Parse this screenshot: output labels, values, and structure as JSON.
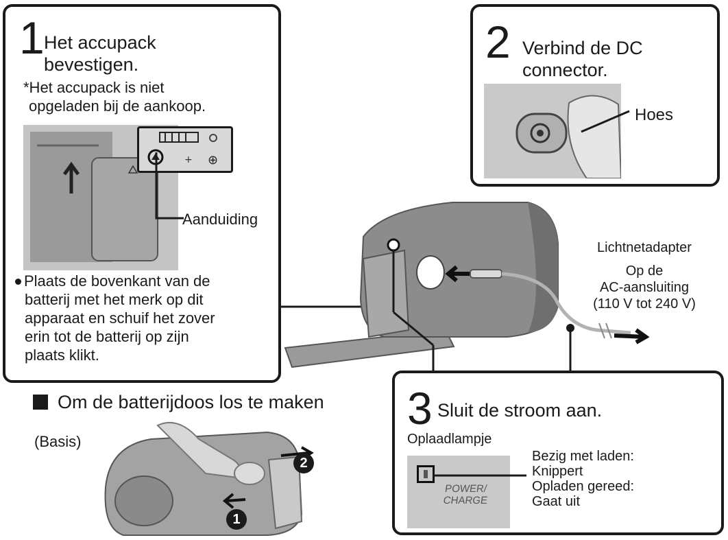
{
  "step1": {
    "number": "1",
    "title_line1": "Het accupack",
    "title_line2": "bevestigen.",
    "note_line1": "*Het accupack is niet",
    "note_line2": "opgeladen bij de aankoop.",
    "callout_label": "Aanduiding",
    "instruction_lines": [
      "Plaats de bovenkant van de",
      "batterij met het merk op dit",
      "apparaat en schuif het zover",
      "erin tot de batterij op zijn",
      "plaats klikt."
    ]
  },
  "step2": {
    "number": "2",
    "title_line1": "Verbind de DC",
    "title_line2": "connector.",
    "callout_label": "Hoes"
  },
  "step3": {
    "number": "3",
    "title": "Sluit de stroom aan.",
    "lamp_label": "Oplaadlampje",
    "lamp_panel_line1": "POWER/",
    "lamp_panel_line2": "CHARGE",
    "status_lines": [
      "Bezig met laden:",
      "Knippert",
      "Opladen gereed:",
      "Gaat uit"
    ]
  },
  "adapter": {
    "line1": "Lichtnetadapter",
    "line2": "Op de",
    "line3": "AC-aansluiting",
    "line4": "(110 V tot 240 V)"
  },
  "detach": {
    "heading": "Om de batterijdoos los te maken",
    "base_label": "(Basis)",
    "marker_1": "1",
    "marker_2": "2"
  },
  "colors": {
    "border": "#1a1a1a",
    "photo_gray": "#bdbdbd",
    "body_gray": "#8a8a8a"
  }
}
